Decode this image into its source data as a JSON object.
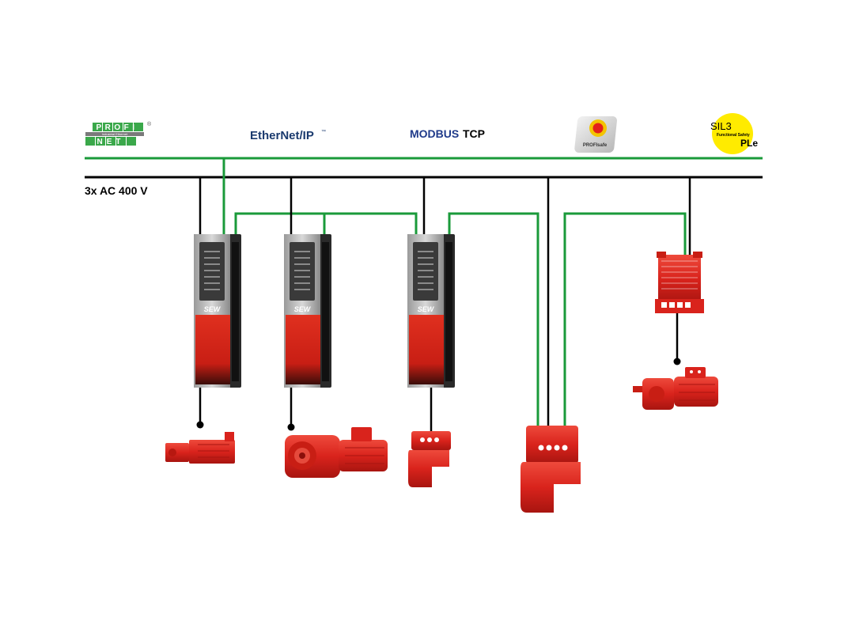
{
  "logos": {
    "profinet_line1": "PROFI",
    "profinet_line2": "NET",
    "profinet_sub": "Industrial Ethernet",
    "profinet_reg": "®",
    "ethernet_ip": "EtherNet/IP",
    "ethernet_ip_tm": "™",
    "modbus": "MODBUS",
    "modbus_tcp": "TCP",
    "profisafe": "PROFIsafe",
    "sil3": "SIL3",
    "functional_safety": "Functional Safety",
    "ple": "PLe"
  },
  "power_label": "3x AC 400 V",
  "drives": [
    {
      "brand": "SEW"
    },
    {
      "brand": "SEW"
    },
    {
      "brand": "SEW"
    }
  ],
  "colors": {
    "network": "#1a9a3a",
    "power": "#000000",
    "device_red": "#d9231c",
    "sil_yellow": "#ffeb00"
  }
}
